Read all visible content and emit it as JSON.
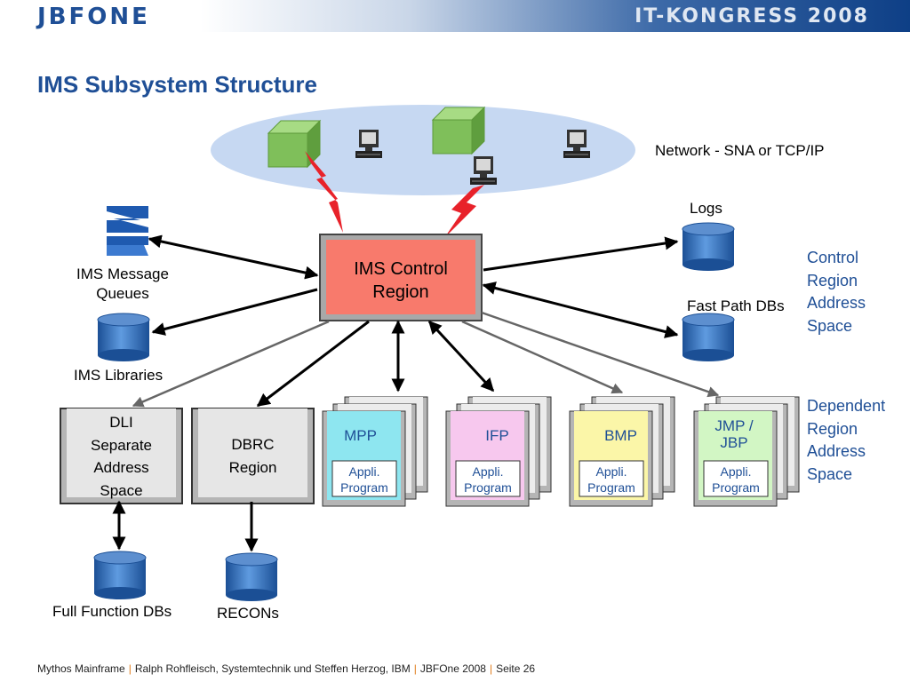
{
  "header": {
    "logo": "JBFONE",
    "event": "IT-KONGRESS 2008"
  },
  "title": "IMS Subsystem Structure",
  "network_label": "Network - SNA or TCP/IP",
  "logs_label": "Logs",
  "fastpath_label": "Fast Path DBs",
  "message_queues_label": [
    "IMS Message",
    "Queues"
  ],
  "libraries_label": "IMS Libraries",
  "control_region": [
    "IMS Control",
    "Region"
  ],
  "control_space_label": [
    "Control",
    "Region",
    "Address",
    "Space"
  ],
  "dependent_space_label": [
    "Dependent",
    "Region",
    "Address",
    "Space"
  ],
  "dli_box": [
    "DLI",
    "Separate",
    "Address",
    "Space"
  ],
  "dbrc_box": [
    "DBRC",
    "Region"
  ],
  "full_function_label": "Full Function DBs",
  "recons_label": "RECONs",
  "regions": [
    {
      "name": "MPP",
      "program": [
        "Appli.",
        "Program"
      ],
      "color": "#8ee6f0"
    },
    {
      "name": "IFP",
      "program": [
        "Appli.",
        "Program"
      ],
      "color": "#f7c8ee"
    },
    {
      "name": "BMP",
      "program": [
        "Appli.",
        "Program"
      ],
      "color": "#fbf6a8"
    },
    {
      "name": "JMP / JBP",
      "program": [
        "Appli.",
        "Program"
      ],
      "color": "#d2f6c4"
    }
  ],
  "footer": {
    "part1": "Mythos Mainframe",
    "part2": "Ralph Rohfleisch, Systemtechnik und  Steffen Herzog, IBM",
    "part3": "JBFOne 2008",
    "part4": "Seite 26"
  },
  "colors": {
    "brand_blue": "#1f4f96",
    "control_region": "#f87a6c",
    "network_ellipse": "#c6d8f2",
    "cylinder": "#2f72c0",
    "lightning": "#e8222a"
  }
}
